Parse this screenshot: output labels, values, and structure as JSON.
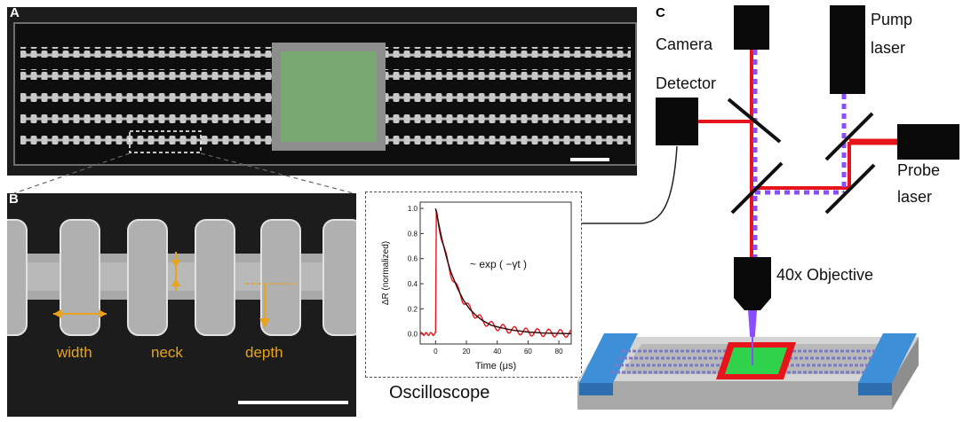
{
  "panels": {
    "a": {
      "letter": "A"
    },
    "b": {
      "letter": "B"
    },
    "c": {
      "letter": "C"
    }
  },
  "panel_b": {
    "labels": {
      "width": "width",
      "neck": "neck",
      "depth": "depth"
    }
  },
  "oscilloscope": {
    "caption": "Oscilloscope",
    "chart_data": {
      "type": "line",
      "xlabel": "Time (μs)",
      "ylabel": "ΔR (normalized)",
      "annotation": "~ exp ( −γt )",
      "xlim": [
        -10,
        88
      ],
      "ylim": [
        -0.08,
        1.05
      ],
      "xticks": [
        0,
        20,
        40,
        60,
        80
      ],
      "yticks": [
        0.0,
        0.2,
        0.4,
        0.6,
        0.8,
        1.0
      ],
      "ytick_labels": [
        "0.0",
        "0.2",
        "0.4",
        "0.6",
        "0.8",
        "1.0"
      ],
      "series": [
        {
          "kind": "measured",
          "x": [
            -10,
            -2,
            0,
            0.5,
            1,
            2,
            4,
            6,
            8,
            10,
            14,
            18,
            22,
            26,
            30,
            36,
            42,
            50,
            60,
            70,
            80,
            88
          ],
          "y": [
            0.0,
            0.0,
            0.0,
            0.97,
            0.95,
            0.88,
            0.76,
            0.65,
            0.56,
            0.48,
            0.36,
            0.27,
            0.2,
            0.15,
            0.11,
            0.07,
            0.05,
            0.03,
            0.015,
            0.01,
            0.005,
            0.003
          ]
        },
        {
          "kind": "fit",
          "x": [
            0,
            2,
            4,
            6,
            8,
            10,
            14,
            18,
            22,
            26,
            30,
            36,
            42,
            50,
            60,
            70,
            80,
            88
          ],
          "y": [
            1.0,
            0.88,
            0.76,
            0.66,
            0.57,
            0.49,
            0.37,
            0.27,
            0.2,
            0.15,
            0.11,
            0.07,
            0.05,
            0.03,
            0.015,
            0.007,
            0.004,
            0.002
          ]
        }
      ]
    }
  },
  "setup": {
    "camera": "Camera",
    "pump_laser_1": "Pump",
    "pump_laser_2": "laser",
    "detector": "Detector",
    "probe_laser_1": "Probe",
    "probe_laser_2": "laser",
    "objective": "40x Objective"
  },
  "colors": {
    "red_beam": "#e8141c",
    "purple_beam": "#8a4dff",
    "gold_annotation": "#e8a31a",
    "green_pad": "#2fd24a",
    "blue_block": "#3d8fd8"
  }
}
